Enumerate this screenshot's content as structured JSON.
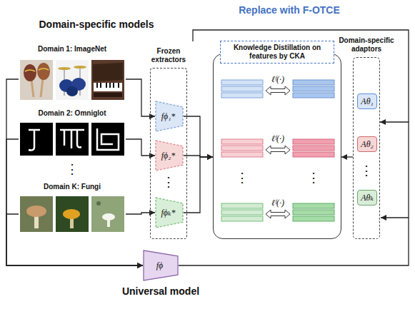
{
  "diagram": {
    "nodes": [
      {
        "text": [
          "Domain 1: ImageNet"
        ]
      },
      {
        "text": [
          "Domain 2: Omniglot"
        ]
      },
      {
        "text": [
          "Domain K: Fungi"
        ]
      },
      {
        "text": [
          "Frozen extractors"
        ]
      },
      {
        "text": [
          "fϕ₁*"
        ],
        "in": 3
      },
      {
        "text": [
          "fϕ₂*"
        ],
        "in": 3
      },
      {
        "text": [
          "fϕₖ*"
        ],
        "in": 3
      },
      {
        "text": [
          "Knowledge Distillation on features by CKA"
        ]
      },
      {
        "text": [
          "Domain-specific adaptors"
        ]
      },
      {
        "text": [
          "Aθ₁"
        ],
        "in": 8
      },
      {
        "text": [
          "Aθ₂"
        ],
        "in": 8
      },
      {
        "text": [
          "Aθₖ"
        ],
        "in": 8
      },
      {
        "text": [
          "fϕ",
          "Universal model"
        ]
      }
    ],
    "edges": [
      {
        "from": 0,
        "to": 4,
        "arrow": "to"
      },
      {
        "from": 1,
        "to": 5,
        "arrow": "to"
      },
      {
        "from": 2,
        "to": 6,
        "arrow": "to"
      },
      {
        "from": 0,
        "to": 12,
        "arrow": "to"
      },
      {
        "from": 1,
        "to": 12,
        "arrow": "to"
      },
      {
        "from": 2,
        "to": 12,
        "arrow": "to"
      },
      {
        "from": 4,
        "to": 7,
        "arrow": "to"
      },
      {
        "from": 5,
        "to": 7,
        "arrow": "to"
      },
      {
        "from": 6,
        "to": 7,
        "arrow": "to"
      },
      {
        "from": 8,
        "to": 7,
        "arrow": "to"
      },
      {
        "from": 12,
        "to": 8,
        "arrow": "to"
      }
    ],
    "labels": [
      "Domain-specific models",
      "Replace with F-OTCE",
      "ℓᶠ(·)",
      "ℓᶠ(·)",
      "ℓᶠ(·)",
      "⋮",
      "⋮",
      "⋮",
      "⋮",
      "⋮"
    ]
  }
}
